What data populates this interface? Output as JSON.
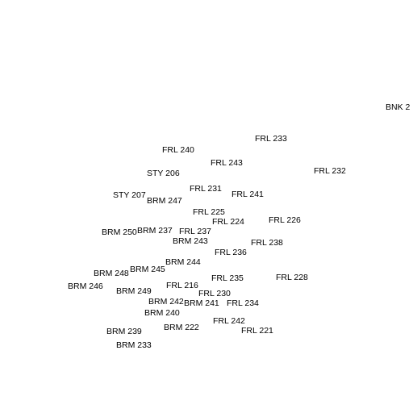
{
  "map": {
    "text_color": "#000000",
    "background": "#ffffff",
    "labels": [
      {
        "id": "bnk-2",
        "text": "BNK 2"
      },
      {
        "id": "frl-233",
        "text": "FRL 233"
      },
      {
        "id": "frl-240",
        "text": "FRL 240"
      },
      {
        "id": "frl-243",
        "text": "FRL 243"
      },
      {
        "id": "frl-232",
        "text": "FRL 232"
      },
      {
        "id": "sty-206",
        "text": "STY 206"
      },
      {
        "id": "frl-231",
        "text": "FRL 231"
      },
      {
        "id": "frl-241-upper",
        "text": "FRL 241"
      },
      {
        "id": "sty-207",
        "text": "STY 207"
      },
      {
        "id": "brm-247",
        "text": "BRM 247"
      },
      {
        "id": "frl-225",
        "text": "FRL 225"
      },
      {
        "id": "frl-224",
        "text": "FRL 224"
      },
      {
        "id": "frl-226",
        "text": "FRL 226"
      },
      {
        "id": "brm-250",
        "text": "BRM 250"
      },
      {
        "id": "brm-237",
        "text": "BRM 237"
      },
      {
        "id": "frl-237",
        "text": "FRL 237"
      },
      {
        "id": "brm-243",
        "text": "BRM 243"
      },
      {
        "id": "frl-238",
        "text": "FRL 238"
      },
      {
        "id": "frl-236",
        "text": "FRL 236"
      },
      {
        "id": "brm-244",
        "text": "BRM 244"
      },
      {
        "id": "brm-248",
        "text": "BRM 248"
      },
      {
        "id": "brm-245",
        "text": "BRM 245"
      },
      {
        "id": "frl-235",
        "text": "FRL 235"
      },
      {
        "id": "frl-228",
        "text": "FRL 228"
      },
      {
        "id": "brm-246",
        "text": "BRM 246"
      },
      {
        "id": "frl-216",
        "text": "FRL 216"
      },
      {
        "id": "brm-249",
        "text": "BRM 249"
      },
      {
        "id": "frl-230",
        "text": "FRL 230"
      },
      {
        "id": "brm-242",
        "text": "BRM 242"
      },
      {
        "id": "brm-241",
        "text": "BRM 241"
      },
      {
        "id": "frl-234",
        "text": "FRL 234"
      },
      {
        "id": "brm-240",
        "text": "BRM 240"
      },
      {
        "id": "frl-242",
        "text": "FRL 242"
      },
      {
        "id": "brm-222",
        "text": "BRM 222"
      },
      {
        "id": "frl-221",
        "text": "FRL 221"
      },
      {
        "id": "brm-239",
        "text": "BRM 239"
      },
      {
        "id": "brm-233",
        "text": "BRM 233"
      }
    ]
  }
}
